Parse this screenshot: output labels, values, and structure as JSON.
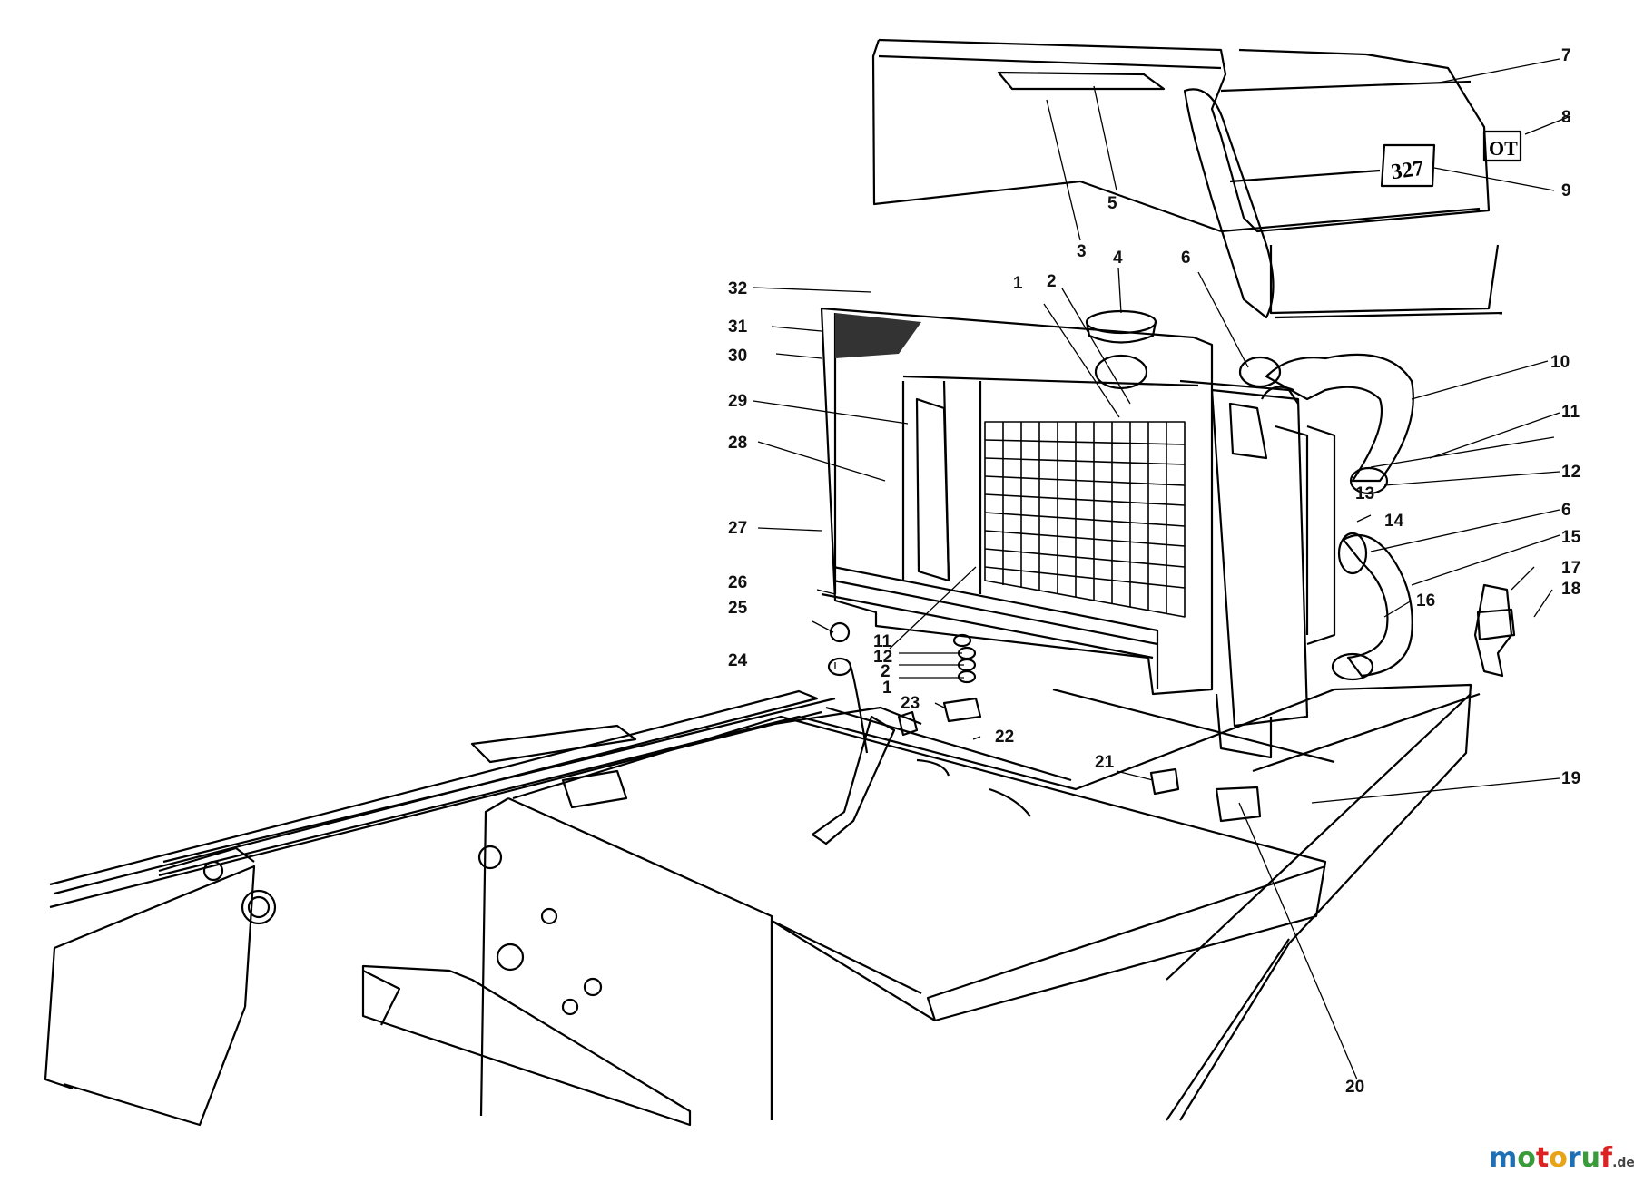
{
  "diagram": {
    "hood_badge_letters": "OT",
    "hood_model_number": "327",
    "callout_labels": [
      "1",
      "2",
      "3",
      "4",
      "5",
      "6",
      "7",
      "8",
      "9",
      "10",
      "11",
      "12",
      "13",
      "14",
      "15",
      "16",
      "17",
      "18",
      "19",
      "20",
      "21",
      "22",
      "23",
      "24",
      "25",
      "26",
      "27",
      "28",
      "29",
      "30",
      "31",
      "32"
    ]
  },
  "watermark": {
    "text_colored": "motoruf",
    "text_suffix": ".de",
    "colors": {
      "m": "#1f6fb5",
      "o1": "#3a9b3a",
      "t": "#d22",
      "o2": "#e8a317",
      "r": "#1f6fb5",
      "u": "#3a9b3a",
      "f": "#d22",
      "suffix": "#444"
    }
  }
}
